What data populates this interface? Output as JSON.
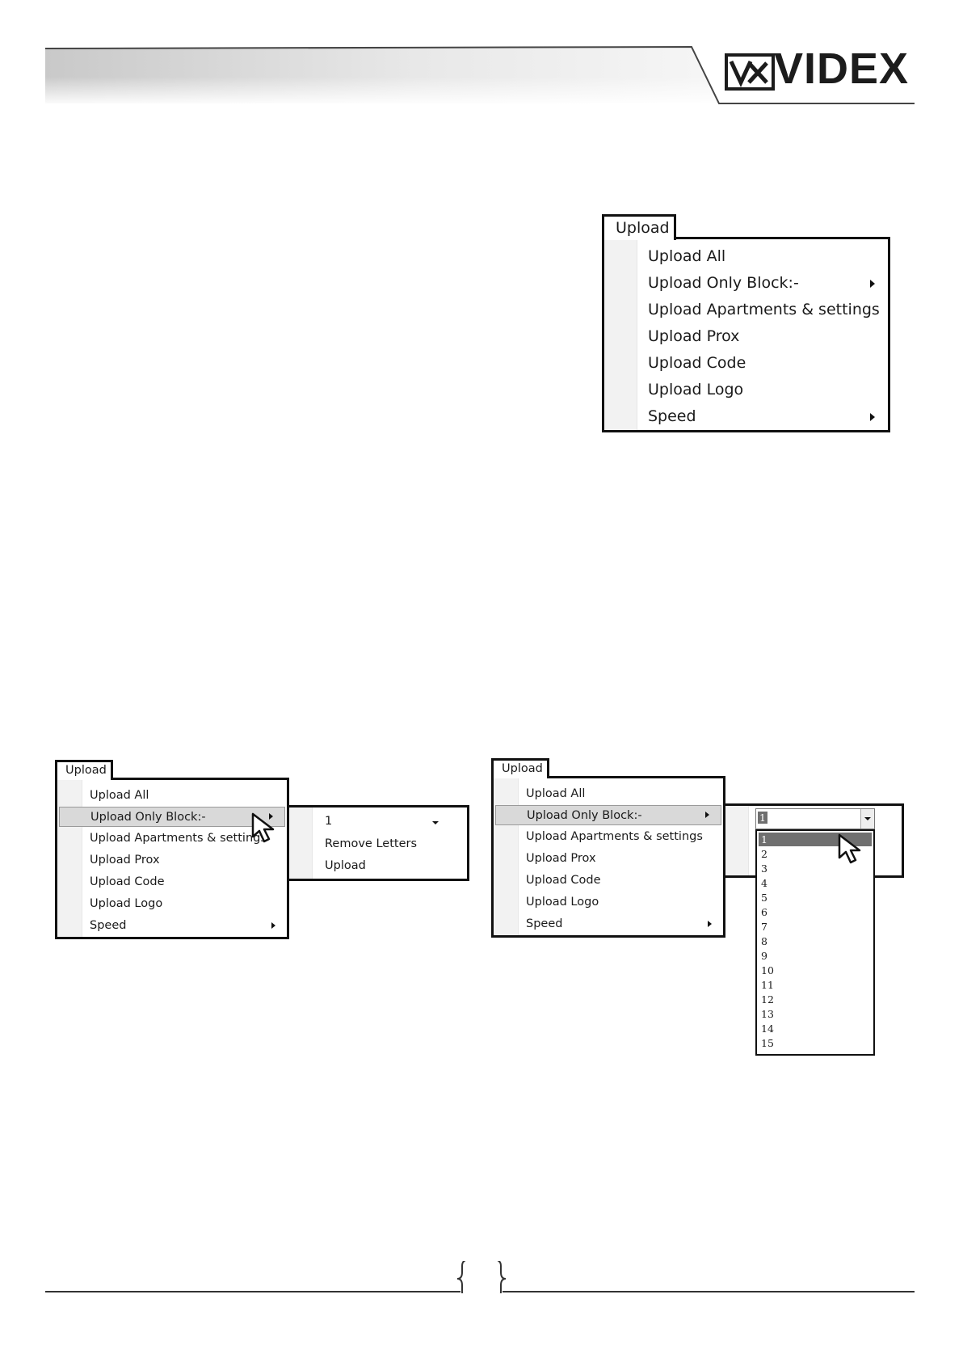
{
  "brand": {
    "logo_text": "VIDEX"
  },
  "menu_large": {
    "tab_label": "Upload",
    "items": [
      {
        "label": "Upload All",
        "submenu": false
      },
      {
        "label": "Upload Only Block:-",
        "submenu": true
      },
      {
        "label": "Upload Apartments & settings",
        "submenu": false
      },
      {
        "label": "Upload Prox",
        "submenu": false
      },
      {
        "label": "Upload Code",
        "submenu": false
      },
      {
        "label": "Upload Logo",
        "submenu": false
      },
      {
        "label": "Speed",
        "submenu": true
      }
    ]
  },
  "menu_left": {
    "tab_label": "Upload",
    "items": [
      {
        "label": "Upload All"
      },
      {
        "label": "Upload Only Block:-"
      },
      {
        "label": "Upload Apartments & settings"
      },
      {
        "label": "Upload Prox"
      },
      {
        "label": "Upload Code"
      },
      {
        "label": "Upload Logo"
      },
      {
        "label": "Speed"
      }
    ],
    "highlighted_item": "Upload Only Block:-",
    "submenu": {
      "block_value": "1",
      "remove_letters": "Remove Letters",
      "upload": "Upload"
    }
  },
  "menu_right": {
    "tab_label": "Upload",
    "items": [
      {
        "label": "Upload All"
      },
      {
        "label": "Upload Only Block:-"
      },
      {
        "label": "Upload Apartments & settings"
      },
      {
        "label": "Upload Prox"
      },
      {
        "label": "Upload Code"
      },
      {
        "label": "Upload Logo"
      },
      {
        "label": "Speed"
      }
    ],
    "highlighted_item": "Upload Only Block:-",
    "combo_value": "1",
    "dropdown_options": [
      "1",
      "2",
      "3",
      "4",
      "5",
      "6",
      "7",
      "8",
      "9",
      "10",
      "11",
      "12",
      "13",
      "14",
      "15"
    ],
    "selected_option": "1"
  },
  "colors": {
    "border": "#111111",
    "highlight": "#d9d9d9",
    "selected_option": "#6f6f6f"
  }
}
